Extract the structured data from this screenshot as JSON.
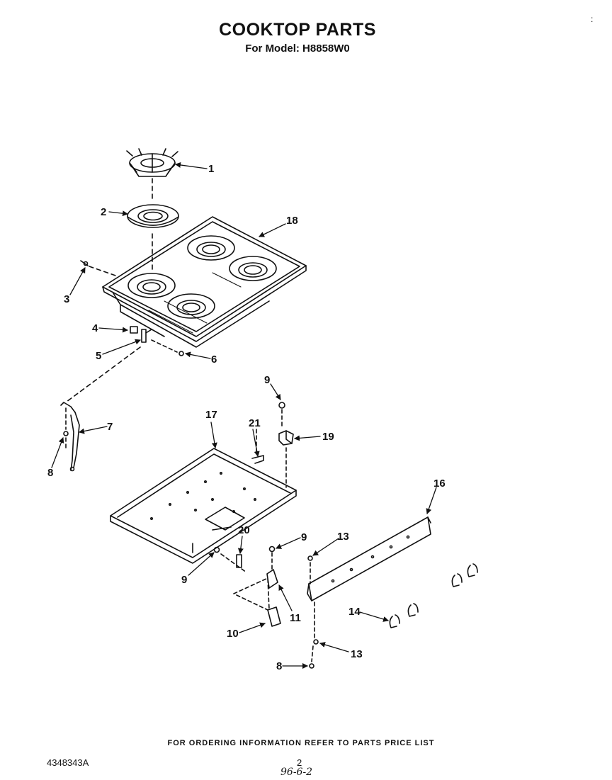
{
  "title": "COOKTOP PARTS",
  "model_line": "For Model: H8858W0",
  "footer_note": "FOR ORDERING INFORMATION REFER TO PARTS PRICE LIST",
  "doc_number": "4348343A",
  "page_number": "2",
  "handwritten_note": "96-6-2",
  "corner_mark": ":",
  "callouts": {
    "c1": "1",
    "c2": "2",
    "c3": "3",
    "c4": "4",
    "c5": "5",
    "c6": "6",
    "c7": "7",
    "c8a": "8",
    "c8b": "8",
    "c9a": "9",
    "c9b": "9",
    "c9c": "9",
    "c10": "10",
    "c11": "11",
    "c13a": "13",
    "c13b": "13",
    "c14": "14",
    "c16": "16",
    "c17": "17",
    "c18": "18",
    "c19": "19",
    "c20": "20",
    "c21": "21"
  }
}
